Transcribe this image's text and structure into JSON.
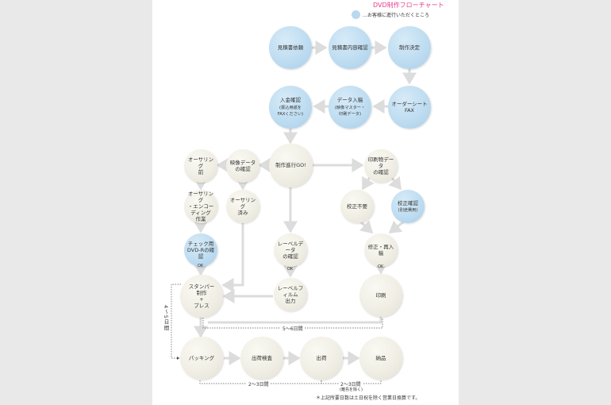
{
  "title": "DVD制作フローチャート",
  "legend": {
    "text": "…お客様に進行いただくところ"
  },
  "nodes": {
    "mitsumori_irai": "見積書依頼",
    "mitsumori_kakunin": "見積書内容確認",
    "seisaku_kettei": "制作決定",
    "order_sheet": "オーダーシート\nFAX",
    "data_nyuko": {
      "main": "データ入稿",
      "sub": "(映像マスター・\n印刷データ)"
    },
    "nyukin_kakunin": {
      "main": "入金確認",
      "sub": "(振込用紙を\nFAXください)"
    },
    "seisaku_go": "制作進行GO!",
    "eizo_kakunin": "映像データ\nの確認",
    "authoring_mae": "オーサリング\n前",
    "insatsu_kakunin": "印刷物データ\nの確認",
    "authoring_encode": "オーサリング\n・エンコーディング\n作業",
    "authoring_zumi": "オーサリング\n済み",
    "kosei_fuyo": "校正不要",
    "kosei_kakunin": {
      "main": "校正確認",
      "sub": "(別途費用)"
    },
    "check_dvdr": "チェック用\nDVD-Rの確認",
    "label_kakunin": "レーベルデータ\nの確認",
    "shusei_nyuko": "修正・再入稿",
    "stamper": "スタンパー\n制作\n+\nプレス",
    "label_film": "レーベルフィルム\n出力",
    "insatsu": "印刷",
    "packing": "パッキング",
    "shukka_kensa": "出荷検査",
    "shukka": "出荷",
    "nohin": "納品"
  },
  "labels": {
    "ok": "OK",
    "days_5_6": "5〜6日間",
    "days_4_5": "4〜5日間",
    "days_2_3_a": "2〜3日間",
    "days_2_3_b": "2〜3日間",
    "ritou": "(離島を除く)"
  },
  "footnote": "＊上記所要日数は土日祝を除く営業日換算です。",
  "colors": {
    "customer_node": "#b9d8ef",
    "company_node": "#efede3",
    "arrow": "#dcdcdc",
    "title": "#e8388c"
  }
}
